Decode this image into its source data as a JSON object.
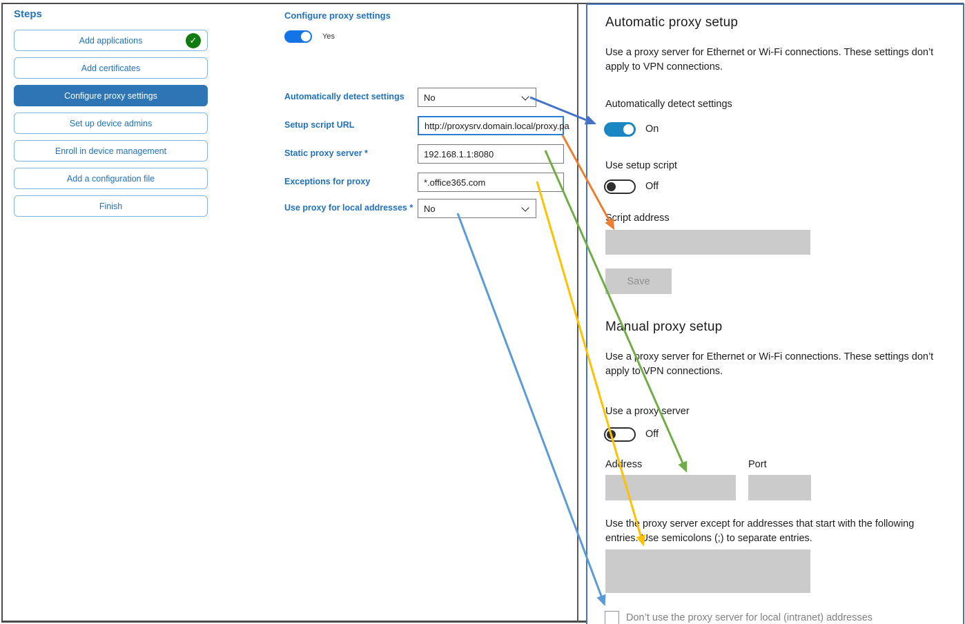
{
  "sidebar": {
    "title": "Steps",
    "items": [
      {
        "label": "Add applications",
        "completed": true
      },
      {
        "label": "Add certificates"
      },
      {
        "label": "Configure proxy settings",
        "selected": true
      },
      {
        "label": "Set up device admins"
      },
      {
        "label": "Enroll in device management"
      },
      {
        "label": "Add a configuration file"
      },
      {
        "label": "Finish"
      }
    ]
  },
  "form": {
    "title": "Configure proxy settings",
    "enable_toggle": {
      "state": "on",
      "label": "Yes"
    },
    "fields": [
      {
        "label": "Automatically detect settings",
        "type": "dropdown",
        "value": "No"
      },
      {
        "label": "Setup script URL",
        "type": "text",
        "value": "http://proxysrv.domain.local/proxy.pa",
        "focused": true
      },
      {
        "label": "Static proxy server *",
        "type": "text",
        "value": "192.168.1.1:8080"
      },
      {
        "label": "Exceptions for proxy",
        "type": "text",
        "value": "*.office365.com"
      },
      {
        "label": "Use proxy for local addresses *",
        "type": "dropdown",
        "value": "No"
      }
    ]
  },
  "settings_panel": {
    "automatic": {
      "heading": "Automatic proxy setup",
      "description": "Use a proxy server for Ethernet or Wi-Fi connections. These settings don’t apply to VPN connections.",
      "auto_detect_label": "Automatically detect settings",
      "auto_detect_state": "On",
      "setup_script_label": "Use setup script",
      "setup_script_state": "Off",
      "script_address_label": "Script address",
      "save_button": "Save"
    },
    "manual": {
      "heading": "Manual proxy setup",
      "description": "Use a proxy server for Ethernet or Wi-Fi connections. These settings don’t apply to VPN connections.",
      "use_proxy_label": "Use a proxy server",
      "use_proxy_state": "Off",
      "address_label": "Address",
      "port_label": "Port",
      "exceptions_text": "Use the proxy server except for addresses that start with the following entries. Use semicolons (;) to separate entries.",
      "local_checkbox_label": "Don’t use the proxy server for local (intranet) addresses"
    }
  },
  "arrows": [
    {
      "name": "auto-detect-mapping",
      "color": "#4472c4"
    },
    {
      "name": "script-url-mapping",
      "color": "#ed7d31"
    },
    {
      "name": "static-proxy-mapping",
      "color": "#70ad47"
    },
    {
      "name": "exceptions-mapping",
      "color": "#ffc000"
    },
    {
      "name": "local-addresses-mapping",
      "color": "#5b9bd5"
    }
  ],
  "colors": {
    "accent_blue": "#2272ba",
    "selected_step": "#2e75b6",
    "toggle_on_form": "#1473e6",
    "toggle_on_panel": "#1a86c2",
    "completed_green": "#107c10",
    "panel_border": "#4472c4"
  }
}
